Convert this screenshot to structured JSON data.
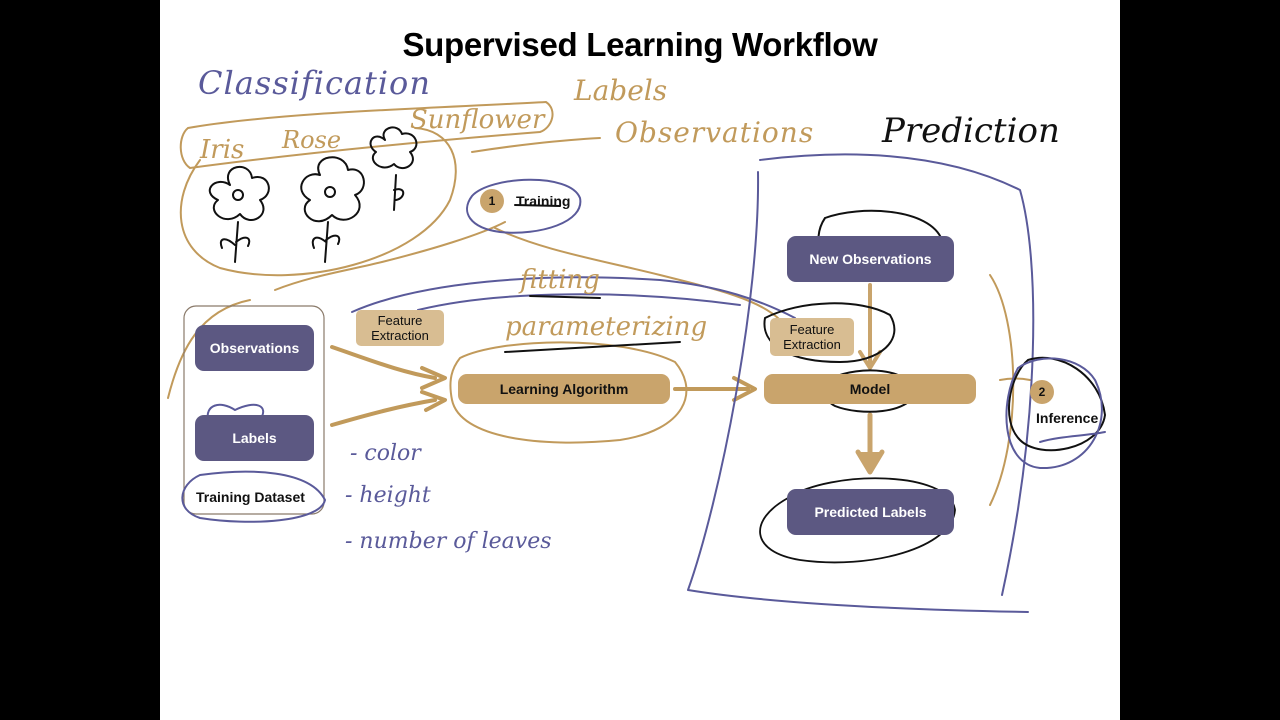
{
  "title": "Supervised Learning Workflow",
  "boxes": {
    "observations": "Observations",
    "labels": "Labels",
    "training_dataset": "Training Dataset",
    "feature_extraction_left": "Feature Extraction",
    "learning_algorithm": "Learning Algorithm",
    "new_observations": "New Observations",
    "feature_extraction_right": "Feature Extraction",
    "model": "Model",
    "predicted_labels": "Predicted Labels"
  },
  "steps": {
    "training": {
      "number": "1",
      "label": "Training"
    },
    "inference": {
      "number": "2",
      "label": "Inference"
    }
  },
  "annotations": {
    "classification": "Classification",
    "iris": "Iris",
    "rose": "Rose",
    "sunflower": "Sunflower",
    "labels": "Labels",
    "observations": "Observations",
    "prediction": "Prediction",
    "fitting": "fitting",
    "parameterizing": "parameterizing",
    "feature_color": "- color",
    "feature_height": "- height",
    "feature_leaves": "- number of leaves"
  },
  "colors": {
    "purple": "#5c5882",
    "gold": "#c9a46c",
    "ink_gold": "#c19a5b",
    "ink_purple": "#5a5a9a"
  }
}
